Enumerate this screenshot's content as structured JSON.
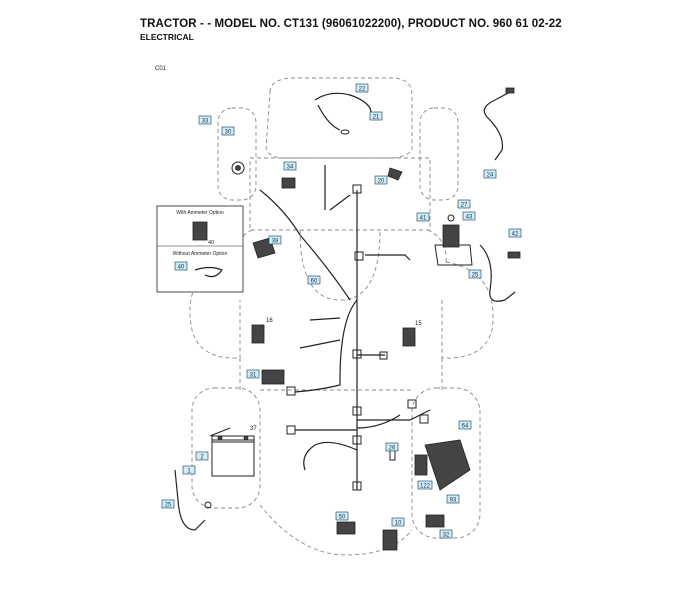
{
  "header": {
    "title": "TRACTOR - - MODEL NO. CT131 (96061022200), PRODUCT NO. 960 61 02-22",
    "subtitle": "ELECTRICAL"
  },
  "figure_code": "C01",
  "inset": {
    "with_label": "With Ammeter Option",
    "without_label": "Without Ammeter Option",
    "with_part": "40",
    "without_part": "40"
  },
  "callouts": [
    {
      "id": "c22",
      "label": "22"
    },
    {
      "id": "c21",
      "label": "21"
    },
    {
      "id": "c33",
      "label": "33"
    },
    {
      "id": "c30",
      "label": "30"
    },
    {
      "id": "c34",
      "label": "34"
    },
    {
      "id": "c20",
      "label": "20"
    },
    {
      "id": "c24",
      "label": "24"
    },
    {
      "id": "c27",
      "label": "27"
    },
    {
      "id": "c41",
      "label": "41"
    },
    {
      "id": "c43",
      "label": "43"
    },
    {
      "id": "c42",
      "label": "42"
    },
    {
      "id": "c38",
      "label": "38"
    },
    {
      "id": "c60",
      "label": "60"
    },
    {
      "id": "c25a",
      "label": "25"
    },
    {
      "id": "c40",
      "label": "40"
    },
    {
      "id": "c16",
      "label": "16"
    },
    {
      "id": "c15",
      "label": "15"
    },
    {
      "id": "c31",
      "label": "31"
    },
    {
      "id": "c37",
      "label": "37"
    },
    {
      "id": "c1",
      "label": "1"
    },
    {
      "id": "c2",
      "label": "2"
    },
    {
      "id": "c25b",
      "label": "25"
    },
    {
      "id": "c64",
      "label": "64"
    },
    {
      "id": "c50",
      "label": "50"
    },
    {
      "id": "c122",
      "label": "122"
    },
    {
      "id": "c93",
      "label": "93"
    },
    {
      "id": "c26",
      "label": "26"
    },
    {
      "id": "c10",
      "label": "10"
    },
    {
      "id": "c32",
      "label": "32"
    }
  ]
}
